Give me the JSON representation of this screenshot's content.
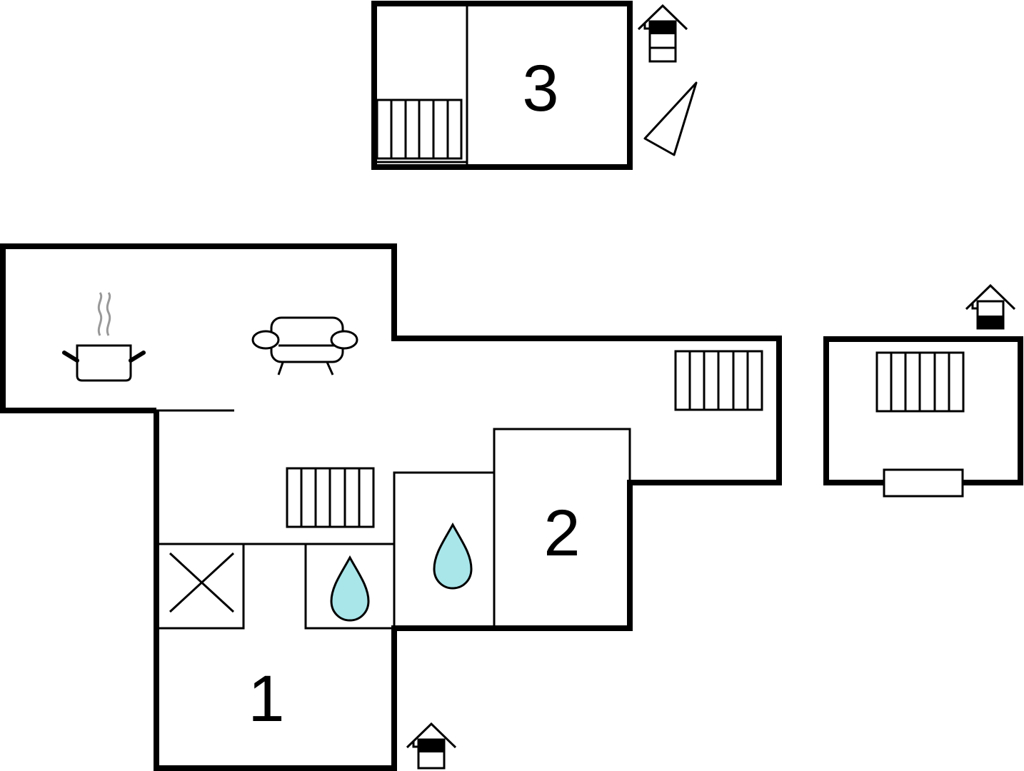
{
  "rooms": {
    "bedroom_1": "1",
    "bedroom_2": "2",
    "bedroom_3": "3"
  },
  "icons": {
    "entrance": "house-entrance-icon",
    "radiator": "radiator-icon",
    "water": "water-drop-icon",
    "kitchen": "cooking-pot-icon",
    "living": "sofa-icon",
    "compass": "north-arrow-icon",
    "storage": "crossed-storage-icon"
  },
  "colors": {
    "wall": "#000000",
    "water": "#a8e6ea",
    "background": "#ffffff"
  }
}
